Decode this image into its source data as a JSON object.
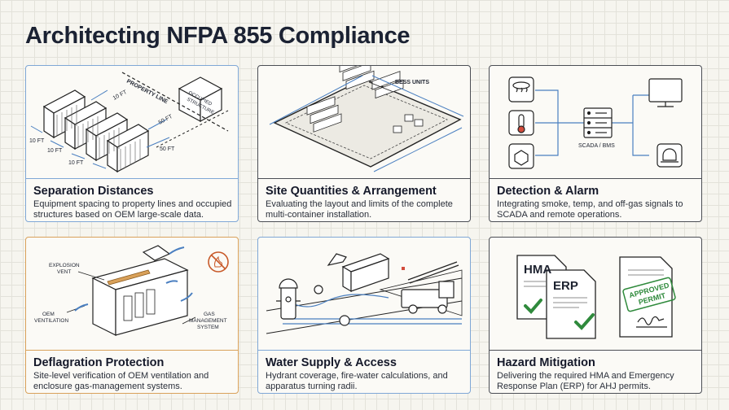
{
  "title": "Architecting NFPA 855 Compliance",
  "colors": {
    "accent_blue": "#7fa7d6",
    "accent_orange": "#d9a15a",
    "check_green": "#2f8a3c",
    "ink": "#1b2233"
  },
  "cards": [
    {
      "title": "Separation Distances",
      "description": "Equipment spacing to property lines and occupied structures based on OEM large-scale data.",
      "labels": {
        "property_line": "PROPERTY LINE",
        "occupied": "OCCUPIED",
        "structure": "STRUCTURE",
        "d10a": "10 FT",
        "d10b": "10 FT",
        "d10c": "10 FT",
        "d10d": "10 FT",
        "d50a": "50 FT",
        "d50b": "50 FT"
      }
    },
    {
      "title": "Site Quantities & Arrangement",
      "description": "Evaluating the layout and limits of the complete multi-container installation.",
      "labels": {
        "bess": "BESS UNITS"
      }
    },
    {
      "title": "Detection & Alarm",
      "description": "Integrating smoke, temp, and off-gas signals to SCADA and remote operations.",
      "labels": {
        "scada": "SCADA / BMS"
      }
    },
    {
      "title": "Deflagration Protection",
      "description": "Site-level verification of OEM ventilation and enclosure gas-management systems.",
      "labels": {
        "explosion1": "EXPLOSION",
        "explosion2": "VENT",
        "oem1": "OEM",
        "oem2": "VENTILATION",
        "gas1": "GAS",
        "gas2": "MANAGEMENT",
        "gas3": "SYSTEM"
      }
    },
    {
      "title": "Water Supply & Access",
      "description": "Hydrant coverage, fire-water calculations, and apparatus turning radii.",
      "labels": {}
    },
    {
      "title": "Hazard Mitigation",
      "description": "Delivering the required HMA and Emergency Response Plan (ERP) for AHJ permits.",
      "labels": {
        "hma": "HMA",
        "erp": "ERP",
        "approved": "APPROVED",
        "permit": "PERMIT"
      }
    }
  ],
  "icons": [
    "smoke-detector-icon",
    "thermometer-icon",
    "gas-sensor-icon",
    "server-rack-icon",
    "monitor-icon",
    "alarm-beacon-icon",
    "fire-hydrant-icon",
    "fire-truck-icon",
    "no-fire-icon",
    "checkmark-icon",
    "signature-icon"
  ]
}
